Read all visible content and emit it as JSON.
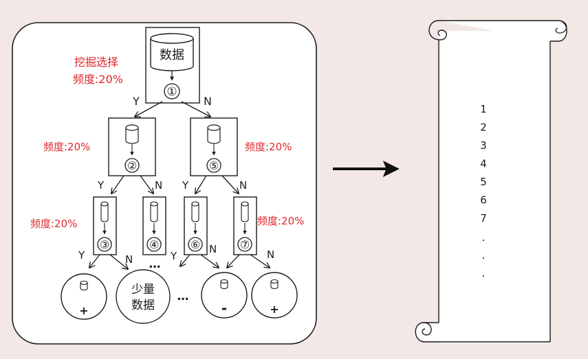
{
  "tree": {
    "root_db_label": "数据",
    "root_annotation_line1": "挖掘选择",
    "root_annotation_line2": "频度:20%",
    "freq_label": "频度:20%",
    "yes": "Y",
    "no": "N",
    "nodes": [
      "①",
      "②",
      "③",
      "④",
      "⑤",
      "⑥",
      "⑦"
    ],
    "ellipsis": "…",
    "leaves": {
      "plus": "+",
      "minus": "-",
      "small_data_line1": "少量",
      "small_data_line2": "数据"
    }
  },
  "scroll": {
    "items": [
      "1",
      "2",
      "3",
      "4",
      "5",
      "6",
      "7"
    ],
    "dots": [
      "·",
      "·",
      "·"
    ]
  },
  "colors": {
    "background": "#f3e8e6",
    "annotation": "#e0262b",
    "ink": "#1a1a1a",
    "panel_fill": "#ffffff"
  }
}
